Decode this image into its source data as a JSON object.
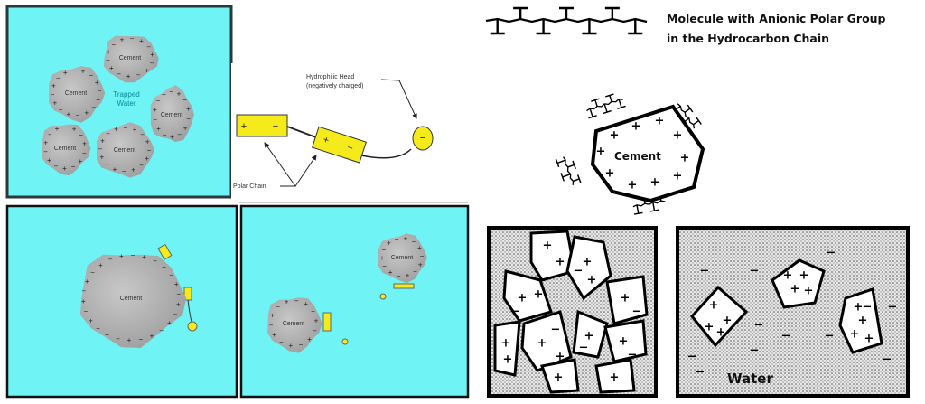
{
  "panels": {
    "flocculated": {
      "cement_label": "Cement",
      "trapped_water": "Trapped Water"
    },
    "molecule": {
      "head_label_1": "Hydrophilic Head",
      "head_label_2": "(negatively charged)",
      "polar_chain": "Polar Chain",
      "plus": "+",
      "minus": "−"
    },
    "adsorbed_single": {
      "cement_label": "Cement"
    },
    "dispersed": {
      "cement_label": "Cement"
    },
    "anionic": {
      "title_1": "Molecule with Anionic Polar Group",
      "title_2": "in the Hydrocarbon Chain",
      "cement_label": "Cement"
    },
    "water_label": "Water"
  },
  "charges": {
    "plus": "+",
    "minus": "−"
  },
  "colors": {
    "water": "#6ff3f5",
    "cement": "#b4b4b4",
    "polar": "#f5eb1a",
    "stipple": "#cfcfcf"
  }
}
